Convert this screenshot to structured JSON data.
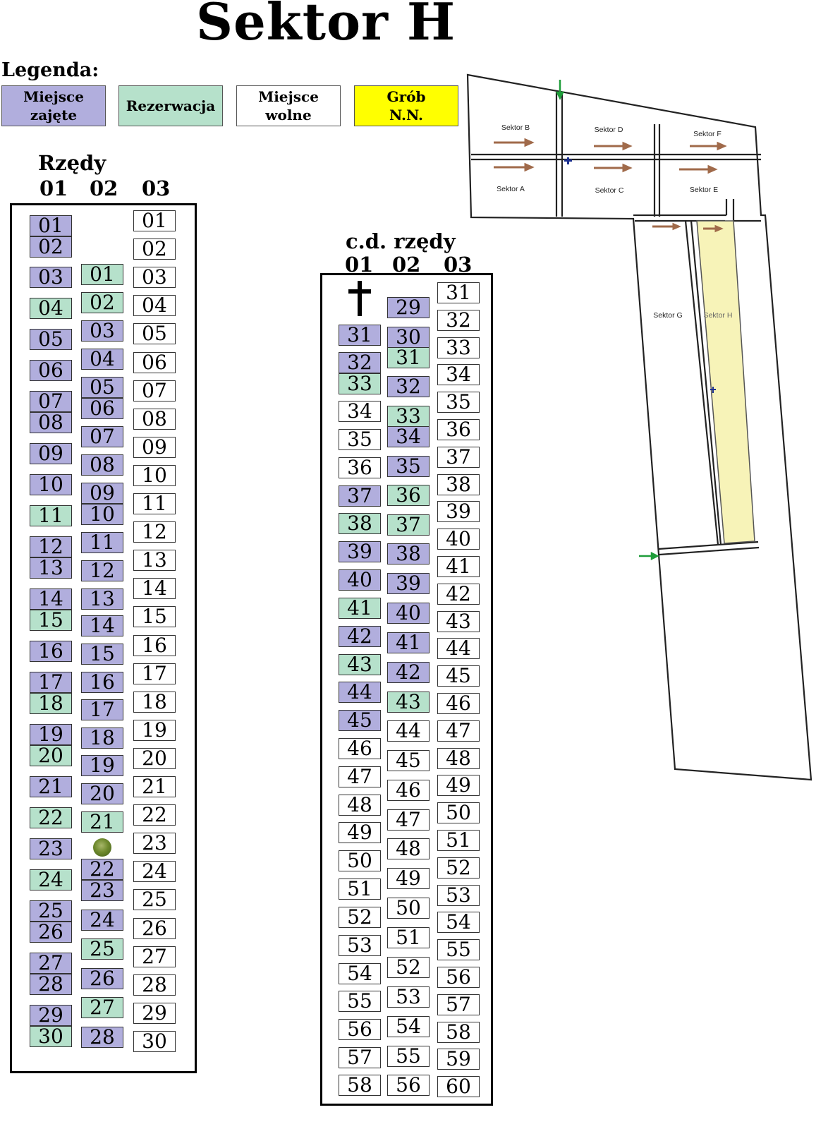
{
  "title": "Sektor H",
  "legend": {
    "title": "Legenda:",
    "items": [
      {
        "key": "occupied",
        "label": "Miejsce\nzajęte",
        "color": "#b1aedd"
      },
      {
        "key": "reserved",
        "label": "Rezerwacja",
        "color": "#b6e1cb"
      },
      {
        "key": "free",
        "label": "Miejsce\nwolne",
        "color": "#ffffff"
      },
      {
        "key": "nn",
        "label": "Grób\nN.N.",
        "color": "#ffff00"
      }
    ]
  },
  "section1": {
    "header": "Rzędy",
    "row_labels": [
      "01",
      "02",
      "03"
    ],
    "rows": [
      [
        [
          "01",
          "occupied"
        ],
        [
          "02",
          "occupied"
        ],
        [
          "03",
          "occupied"
        ],
        [
          "04",
          "reserved"
        ],
        [
          "05",
          "occupied"
        ],
        [
          "06",
          "occupied"
        ],
        [
          "07",
          "occupied"
        ],
        [
          "08",
          "occupied"
        ],
        [
          "09",
          "occupied"
        ],
        [
          "10",
          "occupied"
        ],
        [
          "11",
          "reserved"
        ],
        [
          "12",
          "occupied"
        ],
        [
          "13",
          "occupied"
        ],
        [
          "14",
          "occupied"
        ],
        [
          "15",
          "reserved"
        ],
        [
          "16",
          "occupied"
        ],
        [
          "17",
          "occupied"
        ],
        [
          "18",
          "reserved"
        ],
        [
          "19",
          "occupied"
        ],
        [
          "20",
          "reserved"
        ],
        [
          "21",
          "occupied"
        ],
        [
          "22",
          "reserved"
        ],
        [
          "23",
          "occupied"
        ],
        [
          "24",
          "reserved"
        ],
        [
          "25",
          "occupied"
        ],
        [
          "26",
          "occupied"
        ],
        [
          "27",
          "occupied"
        ],
        [
          "28",
          "occupied"
        ],
        [
          "29",
          "occupied"
        ],
        [
          "30",
          "reserved"
        ]
      ],
      [
        [
          "01",
          "reserved"
        ],
        [
          "02",
          "reserved"
        ],
        [
          "03",
          "occupied"
        ],
        [
          "04",
          "occupied"
        ],
        [
          "05",
          "occupied"
        ],
        [
          "06",
          "occupied"
        ],
        [
          "07",
          "occupied"
        ],
        [
          "08",
          "occupied"
        ],
        [
          "09",
          "occupied"
        ],
        [
          "10",
          "occupied"
        ],
        [
          "11",
          "occupied"
        ],
        [
          "12",
          "occupied"
        ],
        [
          "13",
          "occupied"
        ],
        [
          "14",
          "occupied"
        ],
        [
          "15",
          "occupied"
        ],
        [
          "16",
          "occupied"
        ],
        [
          "17",
          "occupied"
        ],
        [
          "18",
          "occupied"
        ],
        [
          "19",
          "occupied"
        ],
        [
          "20",
          "occupied"
        ],
        [
          "21",
          "reserved"
        ],
        [
          "22",
          "occupied"
        ],
        [
          "23",
          "occupied"
        ],
        [
          "24",
          "occupied"
        ],
        [
          "25",
          "reserved"
        ],
        [
          "26",
          "occupied"
        ],
        [
          "27",
          "reserved"
        ],
        [
          "28",
          "occupied"
        ]
      ],
      [
        [
          "01",
          "free"
        ],
        [
          "02",
          "free"
        ],
        [
          "03",
          "free"
        ],
        [
          "04",
          "free"
        ],
        [
          "05",
          "free"
        ],
        [
          "06",
          "free"
        ],
        [
          "07",
          "free"
        ],
        [
          "08",
          "free"
        ],
        [
          "09",
          "free"
        ],
        [
          "10",
          "free"
        ],
        [
          "11",
          "free"
        ],
        [
          "12",
          "free"
        ],
        [
          "13",
          "free"
        ],
        [
          "14",
          "free"
        ],
        [
          "15",
          "free"
        ],
        [
          "16",
          "free"
        ],
        [
          "17",
          "free"
        ],
        [
          "18",
          "free"
        ],
        [
          "19",
          "free"
        ],
        [
          "20",
          "free"
        ],
        [
          "21",
          "free"
        ],
        [
          "22",
          "free"
        ],
        [
          "23",
          "free"
        ],
        [
          "24",
          "free"
        ],
        [
          "25",
          "free"
        ],
        [
          "26",
          "free"
        ],
        [
          "27",
          "free"
        ],
        [
          "28",
          "free"
        ],
        [
          "29",
          "free"
        ],
        [
          "30",
          "free"
        ]
      ]
    ]
  },
  "section2": {
    "header": "c.d. rzędy",
    "row_labels": [
      "01",
      "02",
      "03"
    ],
    "rows": [
      [
        [
          "31",
          "occupied"
        ],
        [
          "32",
          "occupied"
        ],
        [
          "33",
          "reserved"
        ],
        [
          "34",
          "free"
        ],
        [
          "35",
          "free"
        ],
        [
          "36",
          "free"
        ],
        [
          "37",
          "occupied"
        ],
        [
          "38",
          "reserved"
        ],
        [
          "39",
          "occupied"
        ],
        [
          "40",
          "occupied"
        ],
        [
          "41",
          "reserved"
        ],
        [
          "42",
          "occupied"
        ],
        [
          "43",
          "reserved"
        ],
        [
          "44",
          "occupied"
        ],
        [
          "45",
          "occupied"
        ],
        [
          "46",
          "free"
        ],
        [
          "47",
          "free"
        ],
        [
          "48",
          "free"
        ],
        [
          "49",
          "free"
        ],
        [
          "50",
          "free"
        ],
        [
          "51",
          "free"
        ],
        [
          "52",
          "free"
        ],
        [
          "53",
          "free"
        ],
        [
          "54",
          "free"
        ],
        [
          "55",
          "free"
        ],
        [
          "56",
          "free"
        ],
        [
          "57",
          "free"
        ],
        [
          "58",
          "free"
        ]
      ],
      [
        [
          "29",
          "occupied"
        ],
        [
          "30",
          "occupied"
        ],
        [
          "31",
          "reserved"
        ],
        [
          "32",
          "occupied"
        ],
        [
          "33",
          "reserved"
        ],
        [
          "34",
          "occupied"
        ],
        [
          "35",
          "occupied"
        ],
        [
          "36",
          "reserved"
        ],
        [
          "37",
          "reserved"
        ],
        [
          "38",
          "occupied"
        ],
        [
          "39",
          "occupied"
        ],
        [
          "40",
          "occupied"
        ],
        [
          "41",
          "occupied"
        ],
        [
          "42",
          "occupied"
        ],
        [
          "43",
          "reserved"
        ],
        [
          "44",
          "free"
        ],
        [
          "45",
          "free"
        ],
        [
          "46",
          "free"
        ],
        [
          "47",
          "free"
        ],
        [
          "48",
          "free"
        ],
        [
          "49",
          "free"
        ],
        [
          "50",
          "free"
        ],
        [
          "51",
          "free"
        ],
        [
          "52",
          "free"
        ],
        [
          "53",
          "free"
        ],
        [
          "54",
          "free"
        ],
        [
          "55",
          "free"
        ],
        [
          "56",
          "free"
        ]
      ],
      [
        [
          "31",
          "free"
        ],
        [
          "32",
          "free"
        ],
        [
          "33",
          "free"
        ],
        [
          "34",
          "free"
        ],
        [
          "35",
          "free"
        ],
        [
          "36",
          "free"
        ],
        [
          "37",
          "free"
        ],
        [
          "38",
          "free"
        ],
        [
          "39",
          "free"
        ],
        [
          "40",
          "free"
        ],
        [
          "41",
          "free"
        ],
        [
          "42",
          "free"
        ],
        [
          "43",
          "free"
        ],
        [
          "44",
          "free"
        ],
        [
          "45",
          "free"
        ],
        [
          "46",
          "free"
        ],
        [
          "47",
          "free"
        ],
        [
          "48",
          "free"
        ],
        [
          "49",
          "free"
        ],
        [
          "50",
          "free"
        ],
        [
          "51",
          "free"
        ],
        [
          "52",
          "free"
        ],
        [
          "53",
          "free"
        ],
        [
          "54",
          "free"
        ],
        [
          "55",
          "free"
        ],
        [
          "56",
          "free"
        ],
        [
          "57",
          "free"
        ],
        [
          "58",
          "free"
        ],
        [
          "59",
          "free"
        ],
        [
          "60",
          "free"
        ]
      ]
    ]
  },
  "site_map": {
    "sector_labels": [
      "Sektor B",
      "Sektor D",
      "Sektor F",
      "Sektor A",
      "Sektor C",
      "Sektor E",
      "Sektor G",
      "Sektor H"
    ],
    "highlighted": "Sektor H"
  }
}
